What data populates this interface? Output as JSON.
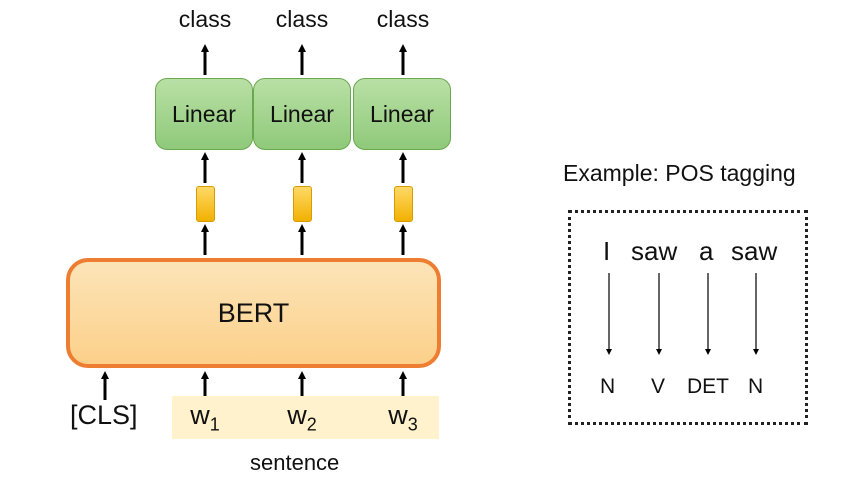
{
  "diagram": {
    "outputs": [
      "class",
      "class",
      "class"
    ],
    "linear_label": "Linear",
    "encoder_label": "BERT",
    "cls_token": "[CLS]",
    "tokens": [
      {
        "base": "w",
        "sub": "1"
      },
      {
        "base": "w",
        "sub": "2"
      },
      {
        "base": "w",
        "sub": "3"
      }
    ],
    "sentence_label": "sentence"
  },
  "example": {
    "title": "Example: POS tagging",
    "words": [
      "I",
      "saw",
      "a",
      "saw"
    ],
    "tags": [
      "N",
      "V",
      "DET",
      "N"
    ]
  },
  "colors": {
    "linear_fill": "#a9d18e",
    "linear_border": "#6aa84f",
    "embedding_fill": "#ffc000",
    "bert_fill": "#fdd9a0",
    "bert_border": "#ed7d31",
    "sentence_bg": "#fff2cc",
    "arrow": "#000000"
  }
}
